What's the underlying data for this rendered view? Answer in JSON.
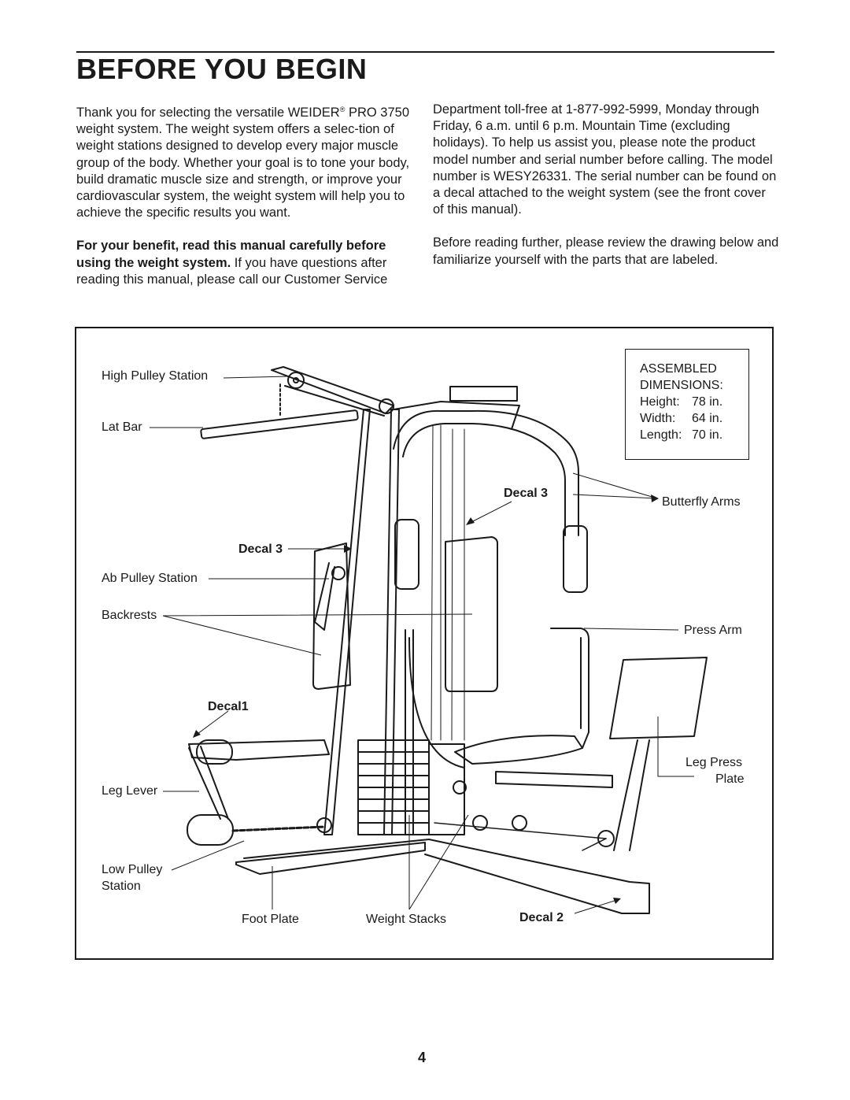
{
  "header": {
    "title": "BEFORE YOU BEGIN"
  },
  "intro": {
    "p1_a": "Thank you for selecting the versatile WEIDER",
    "p1_reg": "®",
    "p1_b": " PRO 3750 weight system. The weight system offers a selec-tion of weight stations designed to develop every major muscle group of the body. Whether your goal is to tone your body, build dramatic muscle size and strength, or improve your cardiovascular system, the weight system will help you to achieve the specific results you want.",
    "p2_bold": "For your benefit, read this manual carefully before using the weight system.",
    "p2_rest": " If you have questions after reading this manual, please call our Customer Service",
    "p3": "Department toll-free at 1-877-992-5999, Monday through Friday, 6 a.m. until 6 p.m. Mountain Time (excluding holidays). To help us assist you, please note the product model number and serial number before calling. The model number is WESY26331. The serial number can be found on a decal attached to the weight system (see the front cover of this manual).",
    "p4": "Before reading further, please review the drawing below and familiarize yourself with the parts that are labeled."
  },
  "diagram": {
    "labels": {
      "high_pulley_station": "High Pulley Station",
      "lat_bar": "Lat Bar",
      "decal3_left": "Decal 3",
      "ab_pulley_station": "Ab Pulley Station",
      "backrests": "Backrests",
      "decal1": "Decal1",
      "leg_lever": "Leg Lever",
      "low_pulley": "Low Pulley",
      "station": "Station",
      "foot_plate": "Foot Plate",
      "weight_stacks": "Weight Stacks",
      "decal2": "Decal 2",
      "decal3_right": "Decal 3",
      "butterfly_arms": "Butterfly Arms",
      "press_arm": "Press Arm",
      "leg_press": "Leg Press",
      "plate": "Plate"
    },
    "dimensions": {
      "title1": "ASSEMBLED",
      "title2": "DIMENSIONS:",
      "height_label": "Height:",
      "height_value": "78 in.",
      "width_label": "Width:",
      "width_value": "64 in.",
      "length_label": "Length:",
      "length_value": "70 in."
    }
  },
  "footer": {
    "page_number": "4"
  }
}
